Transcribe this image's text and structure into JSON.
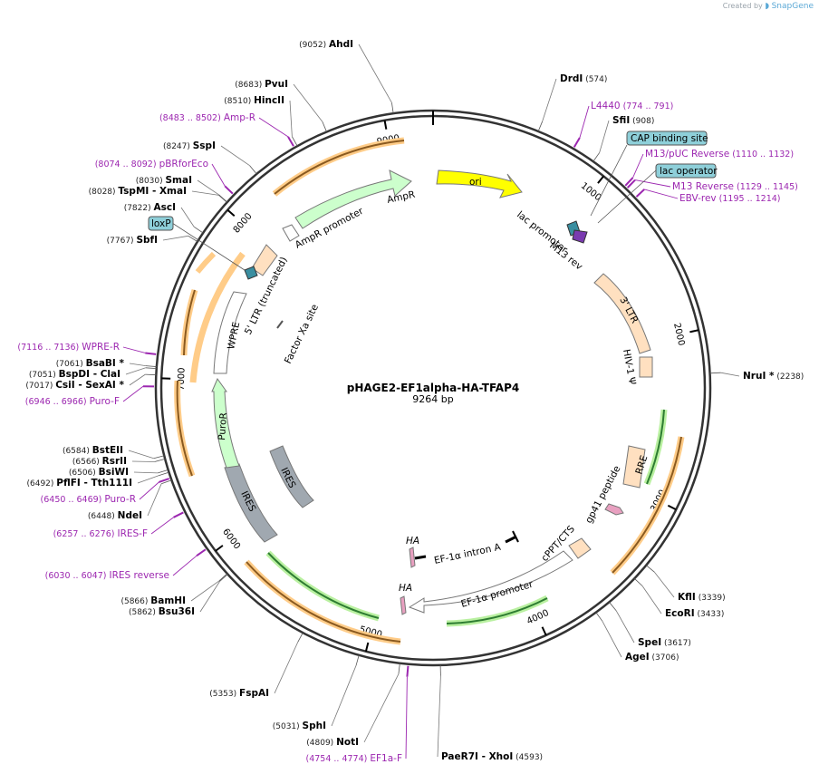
{
  "credit": {
    "prefix": "Created by",
    "brand": "SnapGene"
  },
  "plasmid": {
    "name": "pHAGE2-EF1alpha-HA-TFAP4",
    "size_label": "9264 bp",
    "total_bp": 9264
  },
  "ticks": [
    {
      "label": "1000",
      "bp": 1000
    },
    {
      "label": "2000",
      "bp": 2000
    },
    {
      "label": "3000",
      "bp": 3000
    },
    {
      "label": "4000",
      "bp": 4000
    },
    {
      "label": "5000",
      "bp": 5000
    },
    {
      "label": "6000",
      "bp": 6000
    },
    {
      "label": "7000",
      "bp": 7000
    },
    {
      "label": "8000",
      "bp": 8000
    },
    {
      "label": "9000",
      "bp": 9000
    }
  ],
  "sites": [
    {
      "name": "AhdI",
      "pos": "(9052)",
      "bp": 9052,
      "side": "left"
    },
    {
      "name": "PvuI",
      "pos": "(8683)",
      "bp": 8683,
      "side": "left"
    },
    {
      "name": "HincII",
      "pos": "(8510)",
      "bp": 8510,
      "side": "left"
    },
    {
      "name": "SspI",
      "pos": "(8247)",
      "bp": 8247,
      "side": "left"
    },
    {
      "name": "SmaI",
      "pos": "(8030)",
      "bp": 8030,
      "side": "left"
    },
    {
      "name": "TspMI  - XmaI",
      "pos": "(8028)",
      "bp": 8028,
      "side": "left"
    },
    {
      "name": "AscI",
      "pos": "(7822)",
      "bp": 7822,
      "side": "left"
    },
    {
      "name": "SbfI",
      "pos": "(7767)",
      "bp": 7767,
      "side": "left"
    },
    {
      "name": "BsaBI *",
      "pos": "(7061)",
      "bp": 7061,
      "side": "left"
    },
    {
      "name": "BspDI  - ClaI",
      "pos": "(7051)",
      "bp": 7051,
      "side": "left"
    },
    {
      "name": "CsiI  - SexAI *",
      "pos": "(7017)",
      "bp": 7017,
      "side": "left"
    },
    {
      "name": "BstEII",
      "pos": "(6584)",
      "bp": 6584,
      "side": "left"
    },
    {
      "name": "RsrII",
      "pos": "(6566)",
      "bp": 6566,
      "side": "left"
    },
    {
      "name": "BsiWI",
      "pos": "(6506)",
      "bp": 6506,
      "side": "left"
    },
    {
      "name": "PflFI  - Tth111I",
      "pos": "(6492)",
      "bp": 6492,
      "side": "left"
    },
    {
      "name": "NdeI",
      "pos": "(6448)",
      "bp": 6448,
      "side": "left"
    },
    {
      "name": "BamHI",
      "pos": "(5866)",
      "bp": 5866,
      "side": "left"
    },
    {
      "name": "Bsu36I",
      "pos": "(5862)",
      "bp": 5862,
      "side": "left"
    },
    {
      "name": "FspAI",
      "pos": "(5353)",
      "bp": 5353,
      "side": "left"
    },
    {
      "name": "SphI",
      "pos": "(5031)",
      "bp": 5031,
      "side": "left"
    },
    {
      "name": "NotI",
      "pos": "(4809)",
      "bp": 4809,
      "side": "left"
    },
    {
      "name": "DrdI",
      "pos": "(574)",
      "bp": 574,
      "side": "right"
    },
    {
      "name": "SfiI",
      "pos": "(908)",
      "bp": 908,
      "side": "right"
    },
    {
      "name": "NruI *",
      "pos": "(2238)",
      "bp": 2238,
      "side": "right"
    },
    {
      "name": "KflI",
      "pos": "(3339)",
      "bp": 3339,
      "side": "right"
    },
    {
      "name": "EcoRI",
      "pos": "(3433)",
      "bp": 3433,
      "side": "right"
    },
    {
      "name": "SpeI",
      "pos": "(3617)",
      "bp": 3617,
      "side": "right"
    },
    {
      "name": "AgeI",
      "pos": "(3706)",
      "bp": 3706,
      "side": "right"
    },
    {
      "name": "PaeR7I  - XhoI",
      "pos": "(4593)",
      "bp": 4593,
      "side": "right"
    }
  ],
  "primers": [
    {
      "name": "L4440",
      "range": "(774 .. 791)",
      "bp": 782,
      "order": "name-first"
    },
    {
      "name": "M13/pUC Reverse",
      "range": "(1110 .. 1132)",
      "bp": 1121,
      "order": "name-first"
    },
    {
      "name": "M13 Reverse",
      "range": "(1129 .. 1145)",
      "bp": 1137,
      "order": "name-first"
    },
    {
      "name": "EBV-rev",
      "range": "(1195 .. 1214)",
      "bp": 1204,
      "order": "name-first"
    },
    {
      "name": "Amp-R",
      "range": "(8483 .. 8502)",
      "bp": 8492,
      "order": "range-first"
    },
    {
      "name": "pBRforEco",
      "range": "(8074 .. 8092)",
      "bp": 8083,
      "order": "range-first"
    },
    {
      "name": "WPRE-R",
      "range": "(7116 .. 7136)",
      "bp": 7126,
      "order": "range-first"
    },
    {
      "name": "Puro-F",
      "range": "(6946 .. 6966)",
      "bp": 6956,
      "order": "range-first"
    },
    {
      "name": "Puro-R",
      "range": "(6450 .. 6469)",
      "bp": 6460,
      "order": "range-first"
    },
    {
      "name": "IRES-F",
      "range": "(6257 .. 6276)",
      "bp": 6266,
      "order": "range-first"
    },
    {
      "name": "IRES reverse",
      "range": "(6030 .. 6047)",
      "bp": 6038,
      "order": "range-first"
    },
    {
      "name": "EF1a-F",
      "range": "(4754 .. 4774)",
      "bp": 4764,
      "order": "range-first"
    }
  ],
  "boxed_labels": [
    {
      "name": "CAP binding site"
    },
    {
      "name": "lac operator"
    },
    {
      "name": "loxP"
    }
  ],
  "features": [
    {
      "name": "ori",
      "color": "#ffff00"
    },
    {
      "name": "AmpR",
      "color": "#ccffcc"
    },
    {
      "name": "AmpR promoter",
      "color": "#ffffff"
    },
    {
      "name": "lac promoter",
      "color": "#ffffff"
    },
    {
      "name": "M13 rev",
      "color": "#ffffff"
    },
    {
      "name": "3' LTR",
      "color": "#ffe0c0"
    },
    {
      "name": "HIV-1 Ψ",
      "color": "#ffe0c0"
    },
    {
      "name": "RRE",
      "color": "#ffe0c0"
    },
    {
      "name": "gp41 peptide",
      "color": "#e8a0c0"
    },
    {
      "name": "cPPT/CTS",
      "color": "#ffe0c0"
    },
    {
      "name": "EF-1α promoter",
      "color": "#ffffff"
    },
    {
      "name": "EF-1α intron A",
      "color": "#ffffff"
    },
    {
      "name": "HA",
      "color": "#e8a0c0"
    },
    {
      "name": "HA",
      "color": "#e8a0c0"
    },
    {
      "name": "IRES",
      "color": "#a0a8b0"
    },
    {
      "name": "IRES",
      "color": "#a0a8b0"
    },
    {
      "name": "PuroR",
      "color": "#ccffcc"
    },
    {
      "name": "WPRE",
      "color": "#ffffff"
    },
    {
      "name": "5' LTR (truncated)",
      "color": "#ffe0c0"
    },
    {
      "name": "Factor Xa site",
      "color": "#ffffff"
    }
  ]
}
